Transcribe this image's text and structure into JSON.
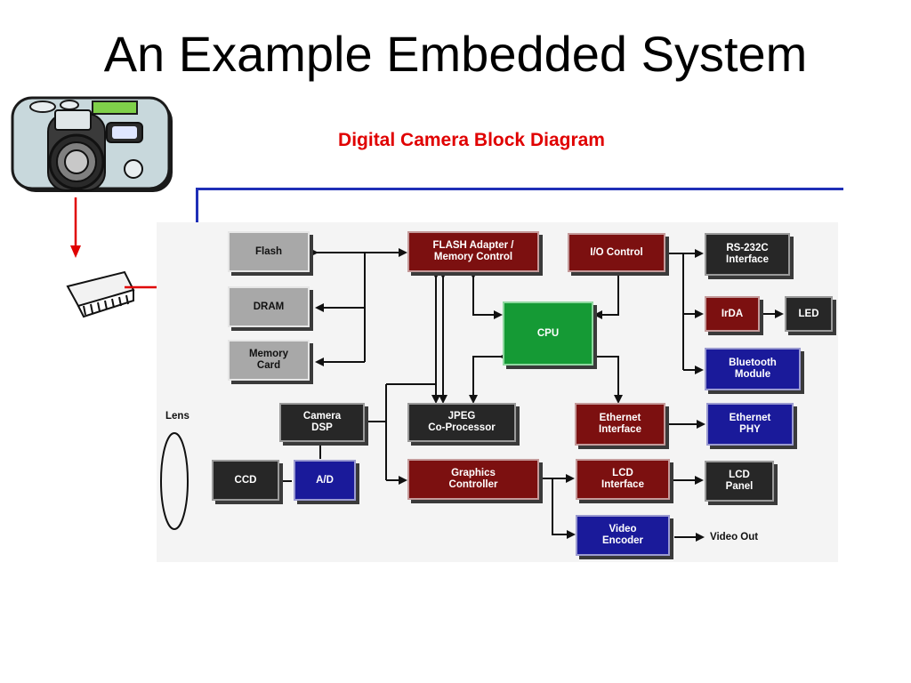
{
  "slide": {
    "title": "An Example Embedded System"
  },
  "diagram": {
    "title": "Digital Camera Block Diagram",
    "lens_label": "Lens",
    "video_out_label": "Video Out",
    "blocks": {
      "flash": "Flash",
      "dram": "DRAM",
      "memory_card": "Memory\nCard",
      "flash_adapter": "FLASH Adapter /\nMemory Control",
      "io_control": "I/O Control",
      "rs232c": "RS-232C\nInterface",
      "cpu": "CPU",
      "irda": "IrDA",
      "led": "LED",
      "bluetooth": "Bluetooth\nModule",
      "camera_dsp": "Camera\nDSP",
      "jpeg": "JPEG\nCo-Processor",
      "ethernet_interface": "Ethernet\nInterface",
      "ethernet_phy": "Ethernet\nPHY",
      "ccd": "CCD",
      "ad": "A/D",
      "graphics_controller": "Graphics\nController",
      "lcd_interface": "LCD\nInterface",
      "lcd_panel": "LCD\nPanel",
      "video_encoder": "Video\nEncoder"
    },
    "colors": {
      "storage": "#a8a8a8",
      "controller": "#7c1010",
      "peripheral": "#272727",
      "interface": "#1a1a9a",
      "cpu": "#159a35",
      "title_red": "#e00000",
      "frame_blue": "#1f2fb7"
    }
  },
  "icons": {
    "camera": "camera-icon",
    "chip": "microchip-icon"
  }
}
